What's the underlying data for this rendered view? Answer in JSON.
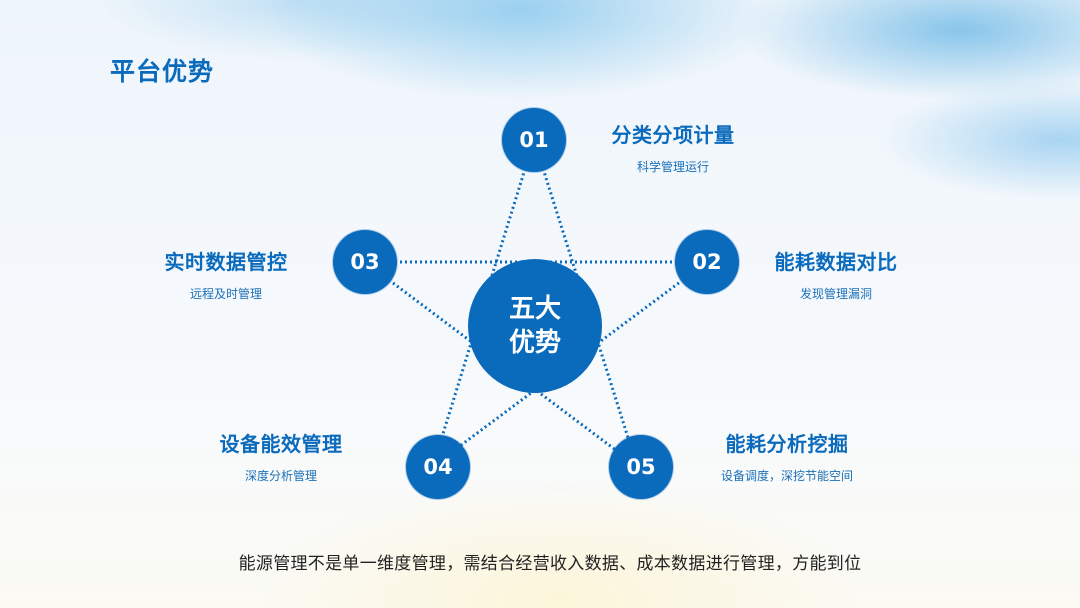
{
  "title": "平台优势",
  "center": {
    "line1": "五大",
    "line2": "优势"
  },
  "nodes": [
    {
      "number": "01",
      "heading": "分类分项计量",
      "sub": "科学管理运行"
    },
    {
      "number": "02",
      "heading": "能耗数据对比",
      "sub": "发现管理漏洞"
    },
    {
      "number": "03",
      "heading": "实时数据管控",
      "sub": "远程及时管理"
    },
    {
      "number": "04",
      "heading": "设备能效管理",
      "sub": "深度分析管理"
    },
    {
      "number": "05",
      "heading": "能耗分析挖掘",
      "sub": "设备调度，深挖节能空间"
    }
  ],
  "footer": "能源管理不是单一维度管理，需结合经营收入数据、成本数据进行管理，方能到位",
  "colors": {
    "primary": "#0a6abc",
    "title": "#0a6bbd",
    "footer_text": "#222222"
  }
}
